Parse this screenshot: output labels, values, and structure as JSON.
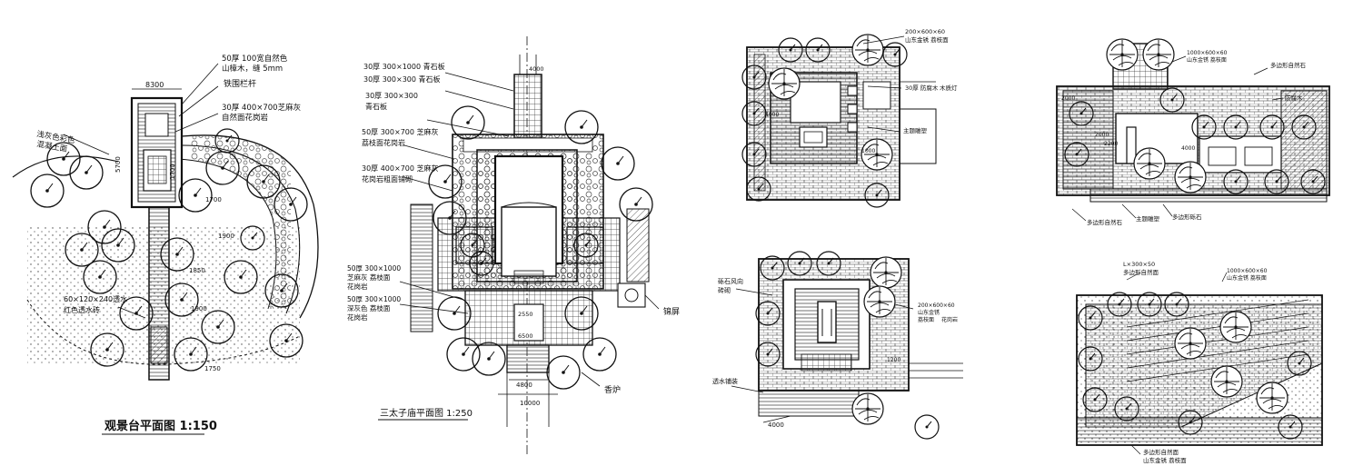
{
  "plan1": {
    "title": "观景台平面图 1:150",
    "dims": {
      "width": "8300",
      "h1": "5700",
      "h2": "1700",
      "r1": "1700",
      "r2": "1900",
      "r3": "1850",
      "r4": "1900",
      "r5": "1750"
    },
    "notes": [
      "50厚 100宽自然色",
      "山樟木，缝 5mm",
      "铁围栏杆",
      "30厚 400×700芝麻灰",
      "自然面花岗岩",
      "浅灰色彩色",
      "混凝土面",
      "60×120×240透水",
      "红色透水砖"
    ]
  },
  "plan2": {
    "title": "三太子庙平面图 1:250",
    "dims": {
      "top": "4000",
      "mid": "6500",
      "low": "2550",
      "low2": "6500",
      "bottom1": "4800",
      "bottom2": "10000"
    },
    "notes": [
      "30厚 300×1000 青石板",
      "30厚 300×300 青石板",
      "30厚 300×300",
      "青石板",
      "50厚 300×700 芝麻灰",
      "荔枝面花岗岩",
      "30厚 400×700 芝麻灰",
      "花岗岩粗面铺砌",
      "50厚 300×1000",
      "芝麻灰 荔枝面",
      "花岗岩",
      "50厚 300×1000",
      "深灰色 荔枝面",
      "花岗岩",
      "锦屏",
      "香炉"
    ]
  },
  "plan3": {
    "notes": [
      "200×600×60",
      "山东金锈 荔枝面",
      "30厚 防腐木",
      "木质灯",
      "主题雕塑"
    ],
    "dims": [
      "4000",
      "1000"
    ]
  },
  "plan4": {
    "notes": [
      "砾石风向",
      "砖砌",
      "200×600×60",
      "山东金锈",
      "荔枝面",
      "花岗岩",
      "透水铺装"
    ],
    "dims": [
      "1200",
      "4000"
    ]
  },
  "plan5": {
    "notes": [
      "1000×600×60",
      "山东金锈 荔枝面",
      "多边形自然石",
      "防腐木",
      "多边形自然石",
      "主题雕塑",
      "多边形砾石"
    ],
    "dims": [
      "2000",
      "2000",
      "4000",
      "2200"
    ]
  },
  "plan6": {
    "notes": [
      "L×300×50",
      "多边形自然面",
      "1000×600×60",
      "山东金锈 荔枝面",
      "多边形自然面",
      "山东金锈 荔枝面"
    ]
  }
}
